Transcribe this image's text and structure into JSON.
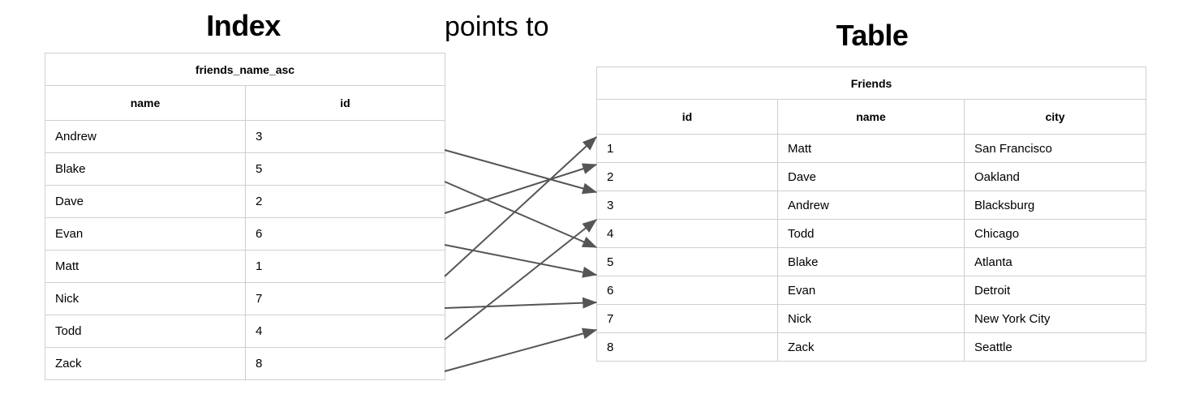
{
  "titles": {
    "index": "Index",
    "table": "Table",
    "relation": "points to"
  },
  "index_table": {
    "name": "friends_name_asc",
    "columns": [
      "name",
      "id"
    ],
    "rows": [
      {
        "name": "Andrew",
        "id": "3"
      },
      {
        "name": "Blake",
        "id": "5"
      },
      {
        "name": "Dave",
        "id": "2"
      },
      {
        "name": "Evan",
        "id": "6"
      },
      {
        "name": "Matt",
        "id": "1"
      },
      {
        "name": "Nick",
        "id": "7"
      },
      {
        "name": "Todd",
        "id": "4"
      },
      {
        "name": "Zack",
        "id": "8"
      }
    ]
  },
  "friends_table": {
    "name": "Friends",
    "columns": [
      "id",
      "name",
      "city"
    ],
    "rows": [
      {
        "id": "1",
        "name": "Matt",
        "city": "San Francisco"
      },
      {
        "id": "2",
        "name": "Dave",
        "city": "Oakland"
      },
      {
        "id": "3",
        "name": "Andrew",
        "city": "Blacksburg"
      },
      {
        "id": "4",
        "name": "Todd",
        "city": "Chicago"
      },
      {
        "id": "5",
        "name": "Blake",
        "city": "Atlanta"
      },
      {
        "id": "6",
        "name": "Evan",
        "city": "Detroit"
      },
      {
        "id": "7",
        "name": "Nick",
        "city": "New York City"
      },
      {
        "id": "8",
        "name": "Zack",
        "city": "Seattle"
      }
    ]
  },
  "connections": [
    {
      "from_index_row": 0,
      "from_name": "Andrew",
      "to_id": "3"
    },
    {
      "from_index_row": 1,
      "from_name": "Blake",
      "to_id": "5"
    },
    {
      "from_index_row": 2,
      "from_name": "Dave",
      "to_id": "2"
    },
    {
      "from_index_row": 3,
      "from_name": "Evan",
      "to_id": "6"
    },
    {
      "from_index_row": 4,
      "from_name": "Matt",
      "to_id": "1"
    },
    {
      "from_index_row": 5,
      "from_name": "Nick",
      "to_id": "7"
    },
    {
      "from_index_row": 6,
      "from_name": "Todd",
      "to_id": "4"
    },
    {
      "from_index_row": 7,
      "from_name": "Zack",
      "to_id": "8"
    }
  ],
  "style": {
    "arrow_color": "#555555",
    "border_color": "#cfcfcf",
    "text_color": "#000000",
    "background": "#ffffff"
  }
}
